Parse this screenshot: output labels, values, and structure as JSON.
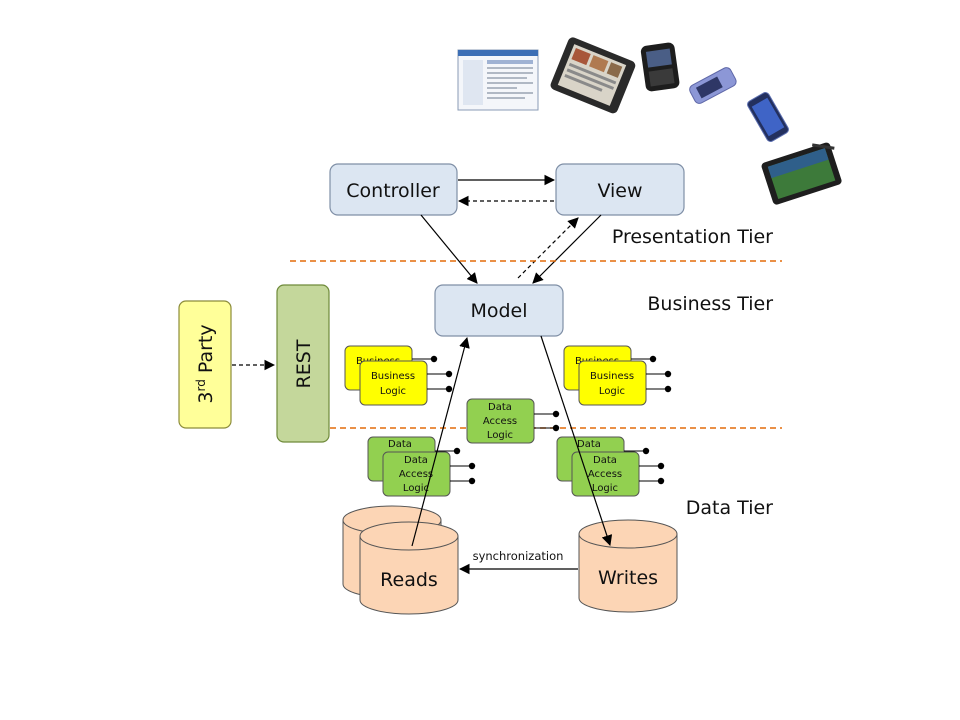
{
  "diagram": {
    "controller": "Controller",
    "view": "View",
    "model": "Model",
    "rest": "REST",
    "third_party": {
      "prefix": "3",
      "superscript": "rd",
      "suffix": " Party"
    },
    "tiers": {
      "presentation": "Presentation Tier",
      "business": "Business Tier",
      "data": "Data Tier"
    },
    "business_logic": {
      "line1": "Business",
      "line2": "Logic"
    },
    "data_access_logic": {
      "line1": "Data",
      "line2": "Access",
      "line3": "Logic"
    },
    "data_back_label": "Data",
    "business_back_label": "Business",
    "reads": "Reads",
    "writes": "Writes",
    "synchronization": "synchronization"
  },
  "colors": {
    "mvc_box": "#dce6f2",
    "mvc_border": "#7f8fa6",
    "third_party": "#ffff99",
    "rest": "#c4d79b",
    "business_logic": "#ffff00",
    "data_access": "#92d050",
    "database": "#fcd5b5",
    "tier_line": "#e46c0a"
  },
  "devices": [
    "desktop-screenshot",
    "tablet",
    "blackberry-phone",
    "slider-phone",
    "smartphone",
    "tablet-pc"
  ]
}
